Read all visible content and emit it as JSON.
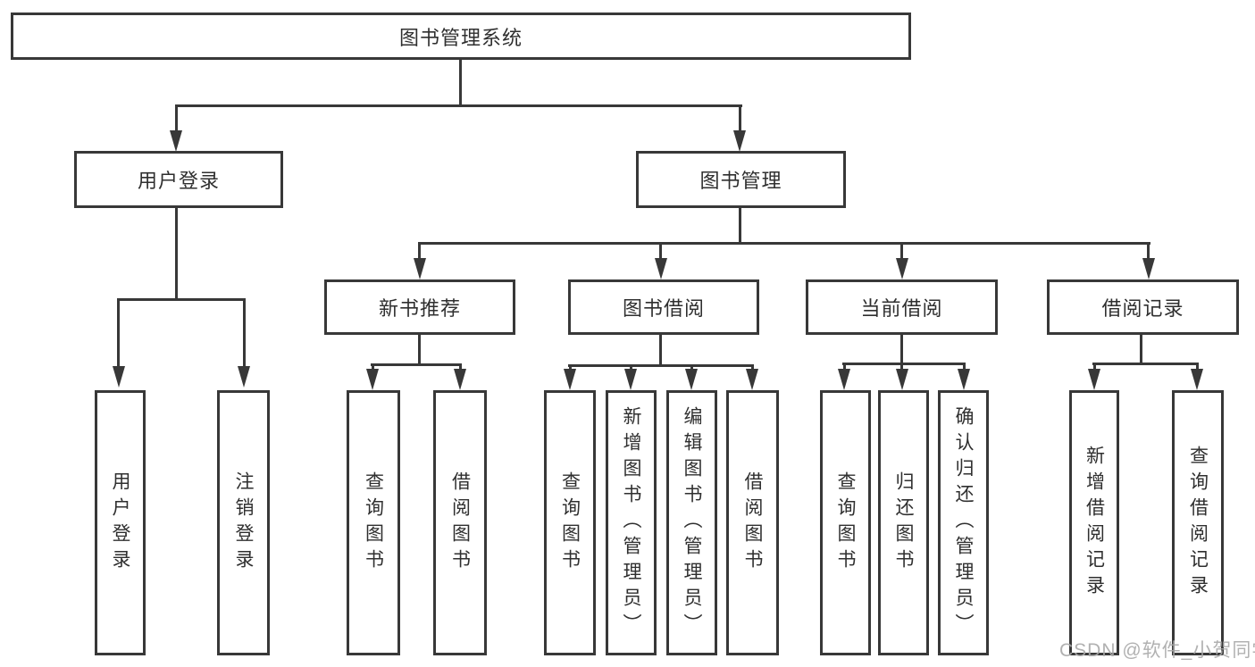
{
  "diagram_title": "图书管理系统",
  "watermark": {
    "text": "CSDN @软件_小贺同学"
  },
  "colors": {
    "line": "#383838",
    "text": "#2f2f2f",
    "background": "#ffffff",
    "watermark": "#a9a9a9"
  },
  "tree": {
    "label": "图书管理系统",
    "children": [
      {
        "label": "用户登录",
        "children": [
          {
            "label": "用户登录"
          },
          {
            "label": "注销登录"
          }
        ]
      },
      {
        "label": "图书管理",
        "children": [
          {
            "label": "新书推荐",
            "children": [
              {
                "label": "查询图书"
              },
              {
                "label": "借阅图书"
              }
            ]
          },
          {
            "label": "图书借阅",
            "children": [
              {
                "label": "查询图书"
              },
              {
                "label": "新增图书（管理员）"
              },
              {
                "label": "编辑图书（管理员）"
              },
              {
                "label": "借阅图书"
              }
            ]
          },
          {
            "label": "当前借阅",
            "children": [
              {
                "label": "查询图书"
              },
              {
                "label": "归还图书"
              },
              {
                "label": "确认归还（管理员）"
              }
            ]
          },
          {
            "label": "借阅记录",
            "children": [
              {
                "label": "新增借阅记录"
              },
              {
                "label": "查询借阅记录"
              }
            ]
          }
        ]
      }
    ]
  }
}
